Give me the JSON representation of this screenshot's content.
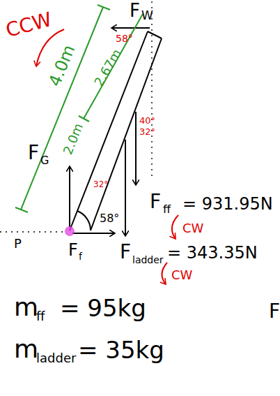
{
  "diagram": {
    "labels": [
      "CCW",
      "F",
      "W",
      "58°",
      "4.0m",
      "2.67m",
      "2.0m",
      "F",
      "G",
      "40°",
      "32°",
      "32°",
      "58°",
      "F",
      "ff",
      "= 931.95N",
      "CW",
      "P",
      "F",
      "f",
      "F",
      "ladder",
      "= 343.35N",
      "CW",
      "m",
      "ff",
      "= 95kg",
      "m",
      "ladder",
      "= 35kg",
      "F"
    ]
  }
}
